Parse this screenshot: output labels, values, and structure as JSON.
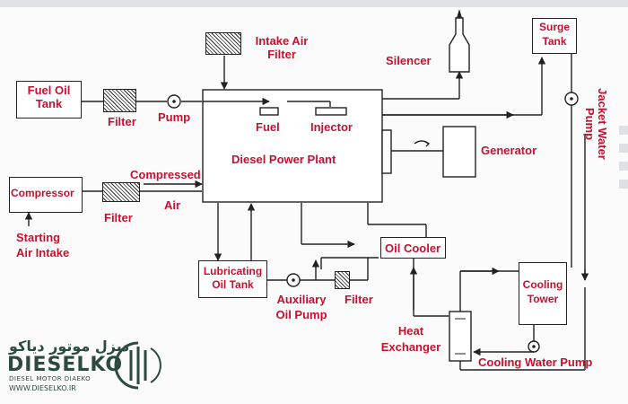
{
  "labels": {
    "intake_air_filter": [
      "Intake Air",
      "Filter"
    ],
    "silencer": "Silencer",
    "surge_tank": [
      "Surge",
      "Tank"
    ],
    "fuel_oil_tank": [
      "Fuel Oil",
      "Tank"
    ],
    "filter_fuel": "Filter",
    "pump": "Pump",
    "fuel": "Fuel",
    "injector": "Injector",
    "jacket_water_pump": [
      "Jacket Water",
      "Pump"
    ],
    "generator": "Generator",
    "diesel_power_plant": "Diesel Power Plant",
    "compressed": "Compressed",
    "air": "Air",
    "compressor": "Compressor",
    "filter_air": "Filter",
    "starting_air_intake": [
      "Starting",
      "Air Intake"
    ],
    "lubricating_oil_tank": [
      "Lubricating",
      "Oil Tank"
    ],
    "auxiliary_oil_pump": [
      "Auxiliary",
      "Oil Pump"
    ],
    "filter_oil": "Filter",
    "oil_cooler": "Oil Cooler",
    "cooling_tower": [
      "Cooling",
      "Tower"
    ],
    "heat_exchanger": [
      "Heat",
      "Exchanger"
    ],
    "cooling_water_pump": "Cooling Water Pump"
  },
  "logo": {
    "persian_text": "دیزل موتور دیاکو",
    "brand": "DIESELKO",
    "tagline": "DIESEL MOTOR DIAEKO",
    "url": "WWW.DIESELKO.IR"
  },
  "colors": {
    "label": "#c8102e",
    "line": "#222222",
    "logo": "#2d4a40"
  }
}
